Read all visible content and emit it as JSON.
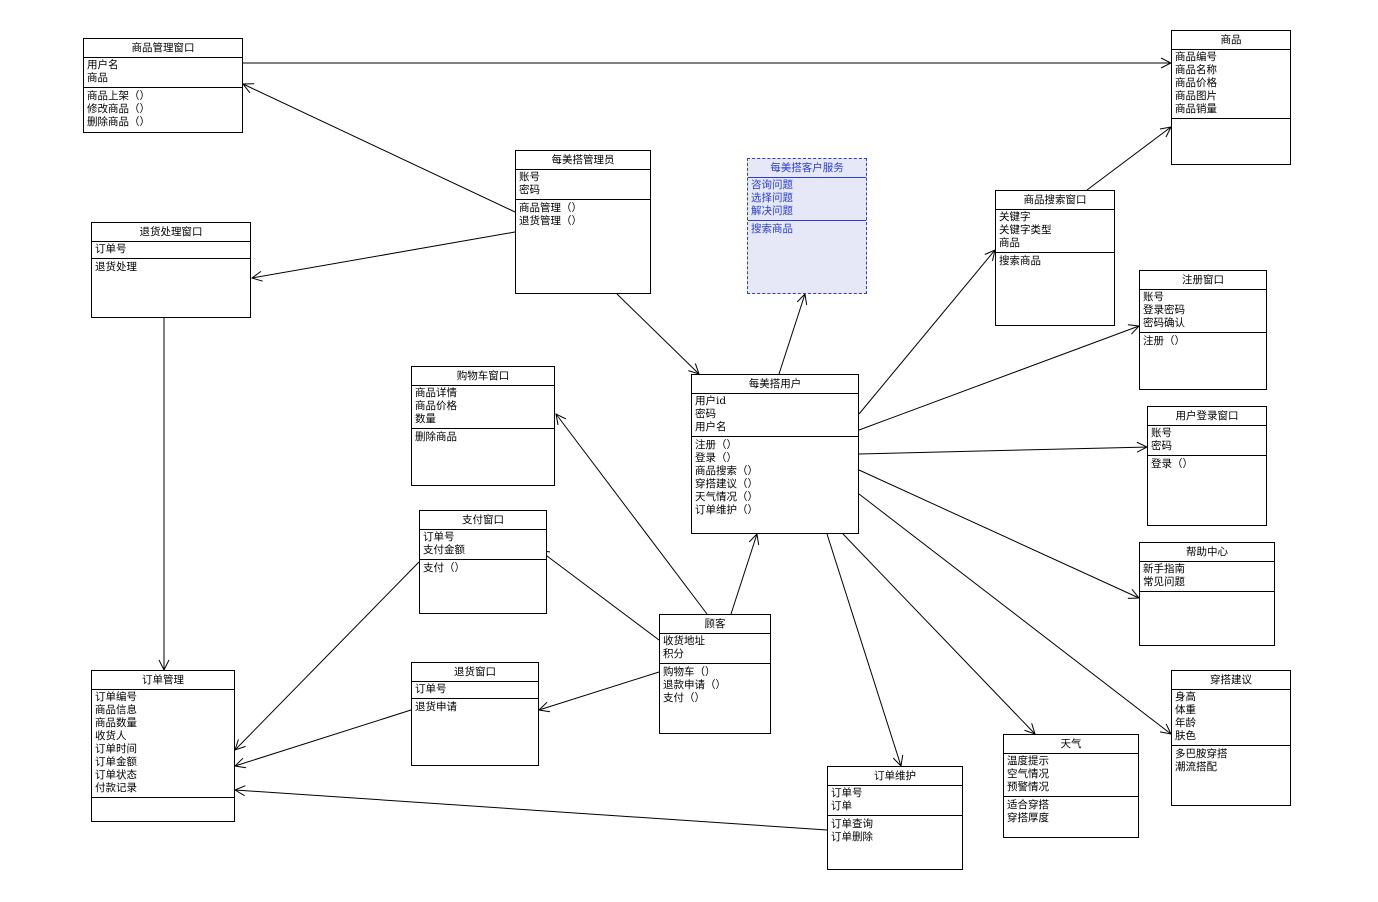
{
  "classes": [
    {
      "id": "product_mgmt_window",
      "title": "商品管理窗口",
      "attributes": [
        "用户名",
        "商品"
      ],
      "operations": [
        "商品上架（）",
        "修改商品（）",
        "删除商品（）"
      ]
    },
    {
      "id": "product",
      "title": "商品",
      "attributes": [
        "商品编号",
        "商品名称",
        "商品价格",
        "商品图片",
        "商品销量"
      ],
      "operations": []
    },
    {
      "id": "admin",
      "title": "每美搭管理员",
      "attributes": [
        "账号",
        "密码"
      ],
      "operations": [
        "商品管理（）",
        "退货管理（）"
      ]
    },
    {
      "id": "customer_service",
      "title": "每美搭客户服务",
      "attributes": [
        "咨询问题",
        "选择问题",
        "解决问题"
      ],
      "operations": [
        "搜索商品"
      ],
      "highlighted": true
    },
    {
      "id": "search_window",
      "title": "商品搜索窗口",
      "attributes": [
        "关键字",
        "关键字类型",
        "商品"
      ],
      "operations": [
        "搜索商品"
      ]
    },
    {
      "id": "return_processing_window",
      "title": "退货处理窗口",
      "attributes": [
        "订单号"
      ],
      "operations": [
        "退货处理"
      ]
    },
    {
      "id": "register_window",
      "title": "注册窗口",
      "attributes": [
        "账号",
        "登录密码",
        "密码确认"
      ],
      "operations": [
        "注册（）"
      ]
    },
    {
      "id": "cart_window",
      "title": "购物车窗口",
      "attributes": [
        "商品详情",
        "商品价格",
        "数量"
      ],
      "operations": [
        "删除商品"
      ]
    },
    {
      "id": "user",
      "title": "每美搭用户",
      "attributes": [
        "用户id",
        "密码",
        "用户名"
      ],
      "operations": [
        "注册（）",
        "登录（）",
        "商品搜索（）",
        "穿搭建议（）",
        "天气情况（）",
        "订单维护（）"
      ]
    },
    {
      "id": "login_window",
      "title": "用户登录窗口",
      "attributes": [
        "账号",
        "密码"
      ],
      "operations": [
        "登录（）"
      ]
    },
    {
      "id": "payment_window",
      "title": "支付窗口",
      "attributes": [
        "订单号",
        "支付金额"
      ],
      "operations": [
        "支付（）"
      ]
    },
    {
      "id": "help_center",
      "title": "帮助中心",
      "attributes": [
        "新手指南",
        "常见问题"
      ],
      "operations": []
    },
    {
      "id": "customer",
      "title": "顾客",
      "attributes": [
        "收货地址",
        "积分"
      ],
      "operations": [
        "购物车（）",
        "退款申请（）",
        "支付（）"
      ]
    },
    {
      "id": "order_mgmt",
      "title": "订单管理",
      "attributes": [
        "订单编号",
        "商品信息",
        "商品数量",
        "收货人",
        "订单时间",
        "订单金额",
        "订单状态",
        "付款记录"
      ],
      "operations": []
    },
    {
      "id": "return_window",
      "title": "退货窗口",
      "attributes": [
        "订单号"
      ],
      "operations": [
        "退货申请"
      ]
    },
    {
      "id": "outfit_advice",
      "title": "穿搭建议",
      "attributes": [
        "身高",
        "体重",
        "年龄",
        "肤色"
      ],
      "operations": [
        "多巴胺穿搭",
        "潮流搭配"
      ]
    },
    {
      "id": "weather",
      "title": "天气",
      "attributes": [
        "温度提示",
        "空气情况",
        "预警情况"
      ],
      "operations": [
        "适合穿搭",
        "穿搭厚度"
      ]
    },
    {
      "id": "order_maintenance",
      "title": "订单维护",
      "attributes": [
        "订单号",
        "订单"
      ],
      "operations": [
        "订单查询",
        "订单删除"
      ]
    }
  ],
  "edges": [
    {
      "from": "product_mgmt_window",
      "to": "product"
    },
    {
      "from": "admin",
      "to": "product_mgmt_window"
    },
    {
      "from": "admin",
      "to": "return_processing_window"
    },
    {
      "from": "admin",
      "to": "user"
    },
    {
      "from": "return_processing_window",
      "to": "order_mgmt"
    },
    {
      "from": "user",
      "to": "customer_service"
    },
    {
      "from": "user",
      "to": "search_window"
    },
    {
      "from": "search_window",
      "to": "product"
    },
    {
      "from": "user",
      "to": "register_window"
    },
    {
      "from": "user",
      "to": "login_window"
    },
    {
      "from": "user",
      "to": "help_center"
    },
    {
      "from": "user",
      "to": "outfit_advice"
    },
    {
      "from": "user",
      "to": "weather"
    },
    {
      "from": "user",
      "to": "order_maintenance"
    },
    {
      "from": "customer",
      "to": "user"
    },
    {
      "from": "customer",
      "to": "cart_window"
    },
    {
      "from": "customer",
      "to": "payment_window"
    },
    {
      "from": "customer",
      "to": "return_window"
    },
    {
      "from": "payment_window",
      "to": "order_mgmt"
    },
    {
      "from": "return_window",
      "to": "order_mgmt"
    },
    {
      "from": "order_maintenance",
      "to": "order_mgmt"
    }
  ],
  "colors": {
    "line": "#000000",
    "highlight_border": "#2a3fcf",
    "highlight_fill": "#e6e8f8"
  }
}
